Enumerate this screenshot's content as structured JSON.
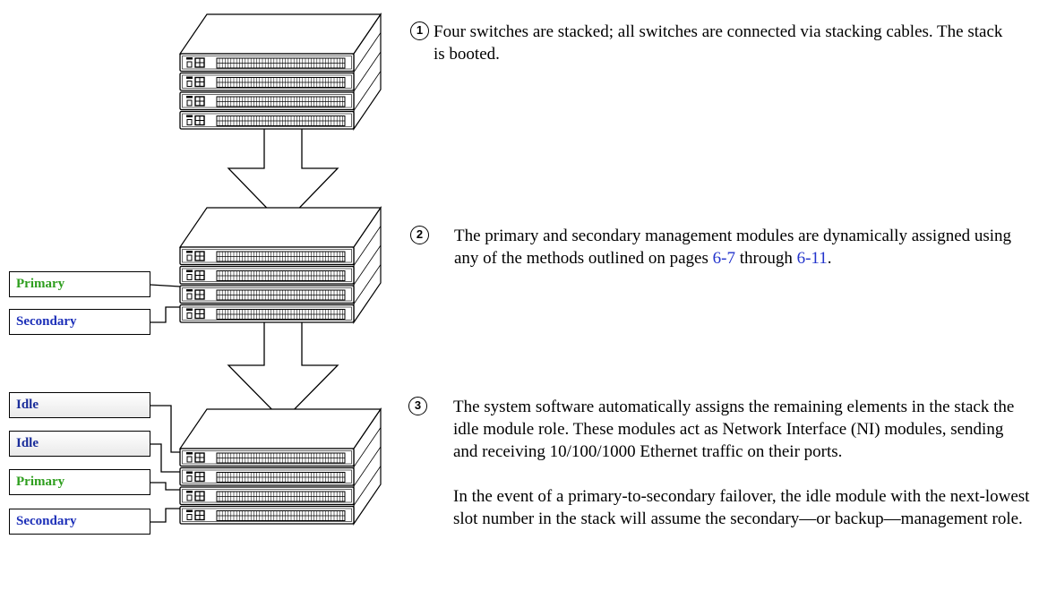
{
  "steps": [
    {
      "number": "1",
      "paragraphs": [
        "Four switches are stacked; all switches are connected via stacking cables. The stack is booted."
      ]
    },
    {
      "number": "2",
      "text_before": "The primary and secondary management modules are dynamically assigned using any of the methods outlined on pages ",
      "link1": "6-7",
      "text_middle": " through ",
      "link2": "6-11",
      "text_after": "."
    },
    {
      "number": "3",
      "paragraphs": [
        "The system software automatically assigns the remaining elements in the stack the idle module role. These modules act as Network Interface (NI) modules, sending and receiving 10/100/1000 Ethernet traffic on their ports.",
        "In the event of a primary-to-secondary failover, the idle module with the next-lowest slot number in the stack will assume the secondary—or backup—management role."
      ]
    }
  ],
  "stack2_labels": {
    "primary": "Primary",
    "secondary": "Secondary"
  },
  "stack3_labels": {
    "idle1": "Idle",
    "idle2": "Idle",
    "primary": "Primary",
    "secondary": "Secondary"
  },
  "colors": {
    "primary": "#2e9e1e",
    "secondary": "#1c2fb8",
    "idle": "#1a2d9a",
    "link": "#2233cc"
  },
  "icons": {
    "switch": "network-switch-icon",
    "arrow": "down-arrow-icon"
  },
  "stacks": [
    {
      "switch_count": 4
    },
    {
      "switch_count": 4
    },
    {
      "switch_count": 4
    }
  ]
}
